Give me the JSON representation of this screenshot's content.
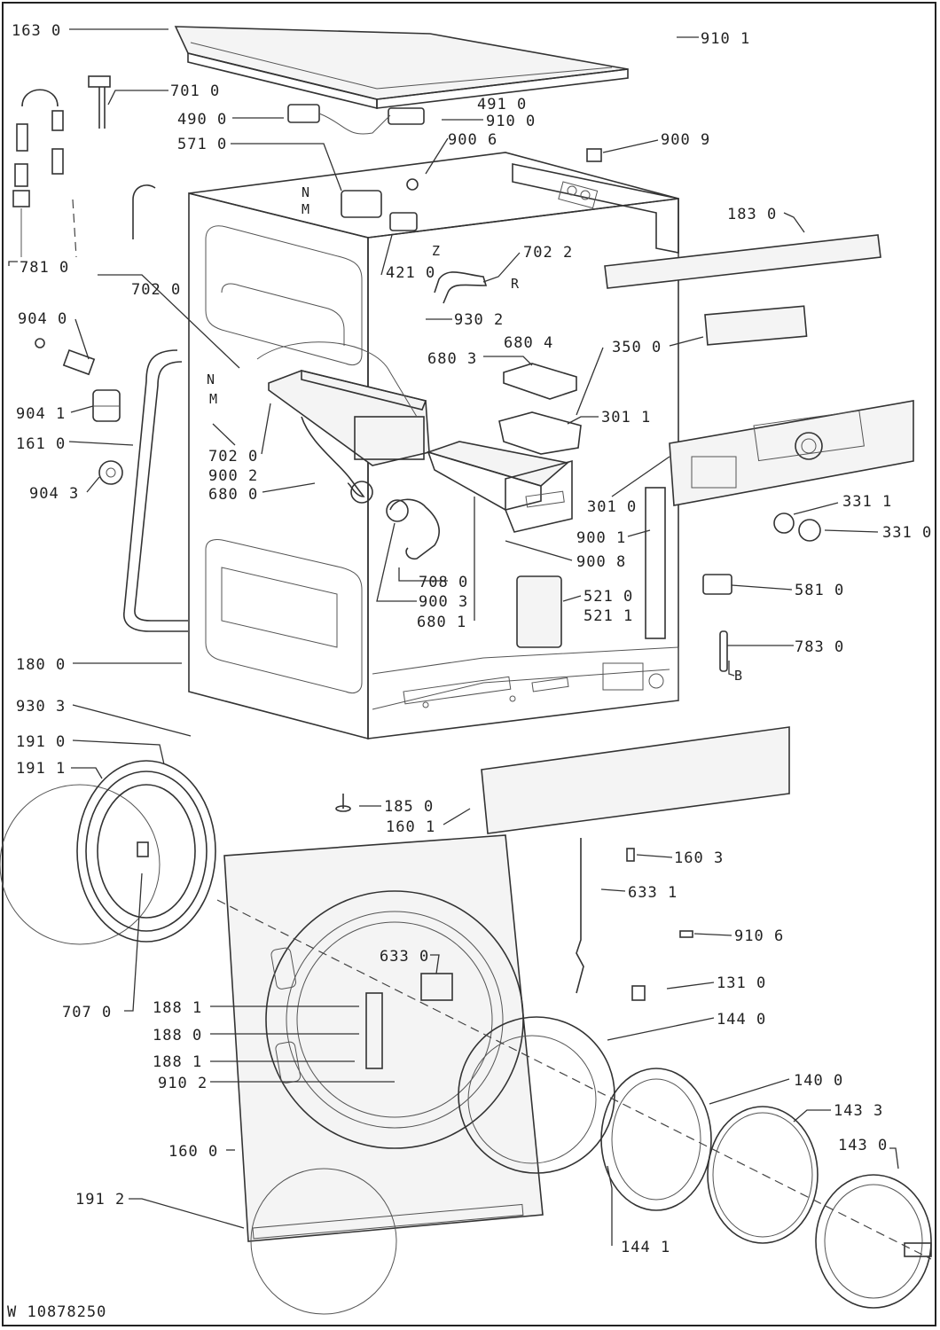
{
  "drawing_number": "W 10878250",
  "callouts": [
    {
      "id": "c1630",
      "text": "163 0"
    },
    {
      "id": "c9101",
      "text": "910 1"
    },
    {
      "id": "c7010",
      "text": "701 0"
    },
    {
      "id": "c4900",
      "text": "490 0"
    },
    {
      "id": "c4910",
      "text": "491 0"
    },
    {
      "id": "c9100",
      "text": "910 0"
    },
    {
      "id": "c5710",
      "text": "571 0"
    },
    {
      "id": "c9006",
      "text": "900 6"
    },
    {
      "id": "c9009",
      "text": "900 9"
    },
    {
      "id": "c1830",
      "text": "183 0"
    },
    {
      "id": "c7810",
      "text": "781 0"
    },
    {
      "id": "c4210",
      "text": "421 0"
    },
    {
      "id": "c7022",
      "text": "702 2"
    },
    {
      "id": "c7020a",
      "text": "702 0"
    },
    {
      "id": "c9302",
      "text": "930 2"
    },
    {
      "id": "c9040",
      "text": "904 0"
    },
    {
      "id": "c6803",
      "text": "680 3"
    },
    {
      "id": "c6804",
      "text": "680 4"
    },
    {
      "id": "c3500",
      "text": "350 0"
    },
    {
      "id": "c9041",
      "text": "904 1"
    },
    {
      "id": "c3011",
      "text": "301 1"
    },
    {
      "id": "c1610",
      "text": "161 0"
    },
    {
      "id": "c7020b",
      "text": "702 0"
    },
    {
      "id": "c9002",
      "text": "900 2"
    },
    {
      "id": "c9043",
      "text": "904 3"
    },
    {
      "id": "c6800",
      "text": "680 0"
    },
    {
      "id": "c3010",
      "text": "301 0"
    },
    {
      "id": "c3311",
      "text": "331 1"
    },
    {
      "id": "c3310",
      "text": "331 0"
    },
    {
      "id": "c9001",
      "text": "900 1"
    },
    {
      "id": "c9008",
      "text": "900 8"
    },
    {
      "id": "c7080",
      "text": "708 0"
    },
    {
      "id": "c5210",
      "text": "521 0"
    },
    {
      "id": "c5811",
      "text": "581 0"
    },
    {
      "id": "c9003",
      "text": "900 3"
    },
    {
      "id": "c5211",
      "text": "521 1"
    },
    {
      "id": "c6801",
      "text": "680 1"
    },
    {
      "id": "c7830",
      "text": "783 0"
    },
    {
      "id": "c1800",
      "text": "180 0"
    },
    {
      "id": "c9303",
      "text": "930 3"
    },
    {
      "id": "c1910",
      "text": "191 0"
    },
    {
      "id": "c1911",
      "text": "191 1"
    },
    {
      "id": "c1850",
      "text": "185 0"
    },
    {
      "id": "c1601",
      "text": "160 1"
    },
    {
      "id": "c1603",
      "text": "160 3"
    },
    {
      "id": "c6331",
      "text": "633 1"
    },
    {
      "id": "c9106",
      "text": "910 6"
    },
    {
      "id": "c6330",
      "text": "633 0"
    },
    {
      "id": "c1310",
      "text": "131 0"
    },
    {
      "id": "c7070",
      "text": "707 0"
    },
    {
      "id": "c1881a",
      "text": "188 1"
    },
    {
      "id": "c1440",
      "text": "144 0"
    },
    {
      "id": "c1880",
      "text": "188 0"
    },
    {
      "id": "c1881b",
      "text": "188 1"
    },
    {
      "id": "c9102",
      "text": "910 2"
    },
    {
      "id": "c1400",
      "text": "140 0"
    },
    {
      "id": "c1433",
      "text": "143 3"
    },
    {
      "id": "c1430",
      "text": "143 0"
    },
    {
      "id": "c1600",
      "text": "160 0"
    },
    {
      "id": "c1912",
      "text": "191 2"
    },
    {
      "id": "c1441",
      "text": "144 1"
    }
  ],
  "letters": {
    "n1": "N",
    "m1": "M",
    "z": "Z",
    "r": "R",
    "n2": "N",
    "m2": "M",
    "b": "B"
  }
}
